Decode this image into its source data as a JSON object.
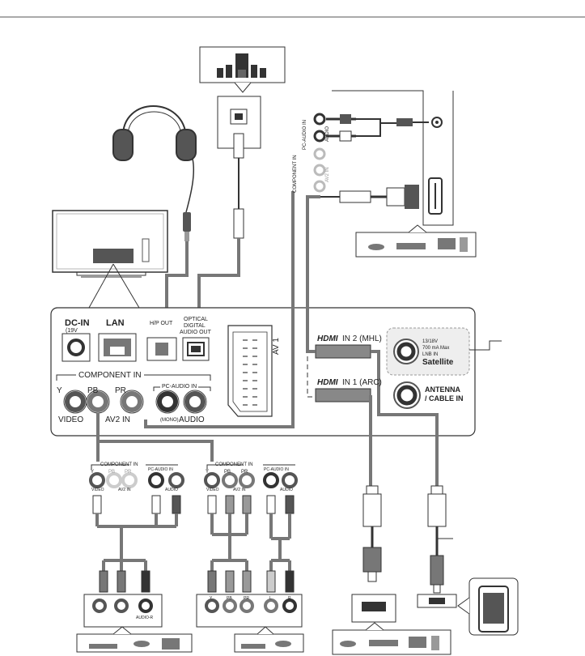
{
  "panel": {
    "dc_in": "DC-IN",
    "dc_in_sub": "(19V",
    "lan": "LAN",
    "hp_out": "H/P OUT",
    "optical_1": "OPTICAL",
    "optical_2": "DIGITAL",
    "optical_3": "AUDIO OUT",
    "av1": "AV 1",
    "component_in": "COMPONENT IN",
    "pc_audio_in": "PC-AUDIO IN",
    "y": "Y",
    "pb": "PB",
    "pr": "PR",
    "video": "VIDEO",
    "av2_in": "AV2 IN",
    "mono": "(MONO)",
    "audio": "AUDIO",
    "hdmi2_logo": "HDMI",
    "hdmi2": "IN 2 (MHL)",
    "hdmi1_logo": "HDMI",
    "hdmi1": "IN 1 (ARC)",
    "sat_line1": "13/18V",
    "sat_line2": "700 mA Max",
    "sat_line3": "LNB IN",
    "satellite": "Satellite",
    "antenna_1": "ANTENNA",
    "antenna_2": "/ CABLE IN"
  },
  "pc_panel": {
    "pc_audio_in": "PC-AUDIO IN",
    "audio": "AUDIO",
    "component_in": "COMPONENT IN",
    "av2_in": "AV2 IN"
  },
  "small_panels": [
    {
      "component_in": "COMPONENT IN",
      "pc_audio_in": "PC-AUDIO IN",
      "y": "Y",
      "pb": "PB",
      "pr": "PR",
      "video": "VIDEO",
      "av2_in": "AV2 IN",
      "audio": "AUDIO"
    },
    {
      "component_in": "COMPONENT IN",
      "pc_audio_in": "PC-AUDIO IN",
      "y": "Y",
      "pb": "PB",
      "pr": "PR",
      "video": "VIDEO",
      "av2_in": "AV2 IN",
      "audio": "AUDIO"
    }
  ],
  "device_ports": {
    "left_audio_r": "AUDIO-R",
    "right_y": "Y",
    "right_pb": "PB",
    "right_pr": "PR",
    "right_l": "L",
    "right_r": "R"
  }
}
